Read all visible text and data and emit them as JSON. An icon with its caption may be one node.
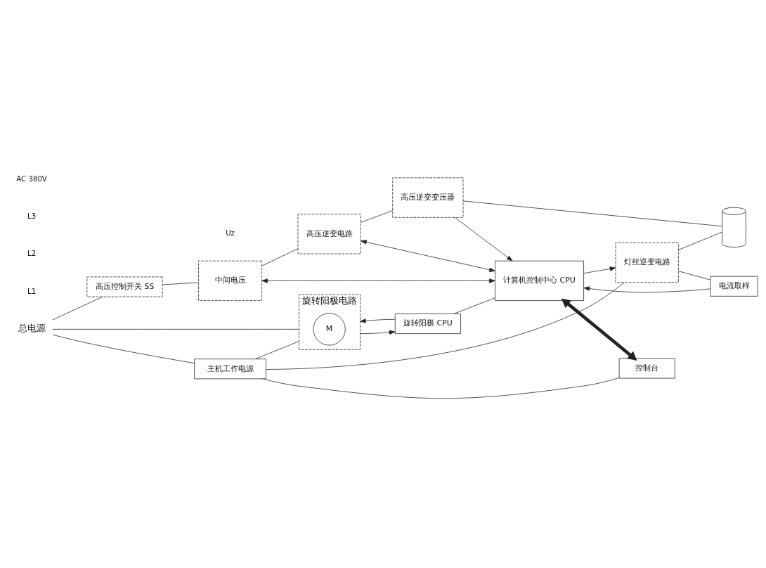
{
  "diagram": {
    "nodes": [
      {
        "text": [
          "总电源"
        ]
      },
      {
        "text": [
          "高压控制开关 SS"
        ]
      },
      {
        "text": [
          "中间电压"
        ]
      },
      {
        "text": [
          "高压逆变电路"
        ]
      },
      {
        "text": [
          "高压逆变变压器"
        ]
      },
      {
        "text": [],
        "shape": "cylinder"
      },
      {
        "text": [
          "旋转阳极电路"
        ]
      },
      {
        "text": [
          "M"
        ],
        "in": 6
      },
      {
        "text": [
          "灯丝逆变电路"
        ]
      },
      {
        "text": [
          "计算机控制中心 CPU"
        ]
      },
      {
        "text": [
          "电流取样"
        ]
      },
      {
        "text": [
          "旋转阳极 CPU"
        ]
      },
      {
        "text": [
          "主机工作电源"
        ]
      },
      {
        "text": [
          "控制台"
        ]
      }
    ],
    "edges": [
      {
        "from": 0,
        "to": 1,
        "arrow": "none"
      },
      {
        "from": 1,
        "to": 2,
        "arrow": "none"
      },
      {
        "from": 2,
        "to": 3,
        "arrow": "none"
      },
      {
        "from": 3,
        "to": 4,
        "arrow": "none"
      },
      {
        "from": 4,
        "to": 5,
        "arrow": "none"
      },
      {
        "from": 8,
        "to": 5,
        "arrow": "none"
      },
      {
        "from": 0,
        "to": 6,
        "arrow": "none"
      },
      {
        "from": 0,
        "to": 12,
        "arrow": "none"
      },
      {
        "from": 9,
        "to": 2,
        "arrow": "both"
      },
      {
        "from": 9,
        "to": 3,
        "arrow": "both"
      },
      {
        "from": 4,
        "to": 9,
        "arrow": "to"
      },
      {
        "from": 10,
        "to": 9,
        "arrow": "to"
      },
      {
        "from": 8,
        "to": 10,
        "arrow": "none"
      },
      {
        "from": 9,
        "to": 8,
        "arrow": "to"
      },
      {
        "from": 11,
        "to": 9,
        "arrow": "none"
      },
      {
        "from": 6,
        "to": 11,
        "arrow": "to"
      },
      {
        "from": 11,
        "to": 6,
        "arrow": "to"
      },
      {
        "from": 9,
        "to": 13,
        "arrow": "both",
        "style": "thick"
      },
      {
        "from": 12,
        "to": 13,
        "arrow": "none"
      },
      {
        "from": 12,
        "to": 8,
        "arrow": "none"
      },
      {
        "from": 12,
        "to": 6,
        "arrow": "none"
      }
    ],
    "labels": [
      "L1",
      "L2",
      "L3",
      "AC 380V",
      "Uz"
    ]
  }
}
